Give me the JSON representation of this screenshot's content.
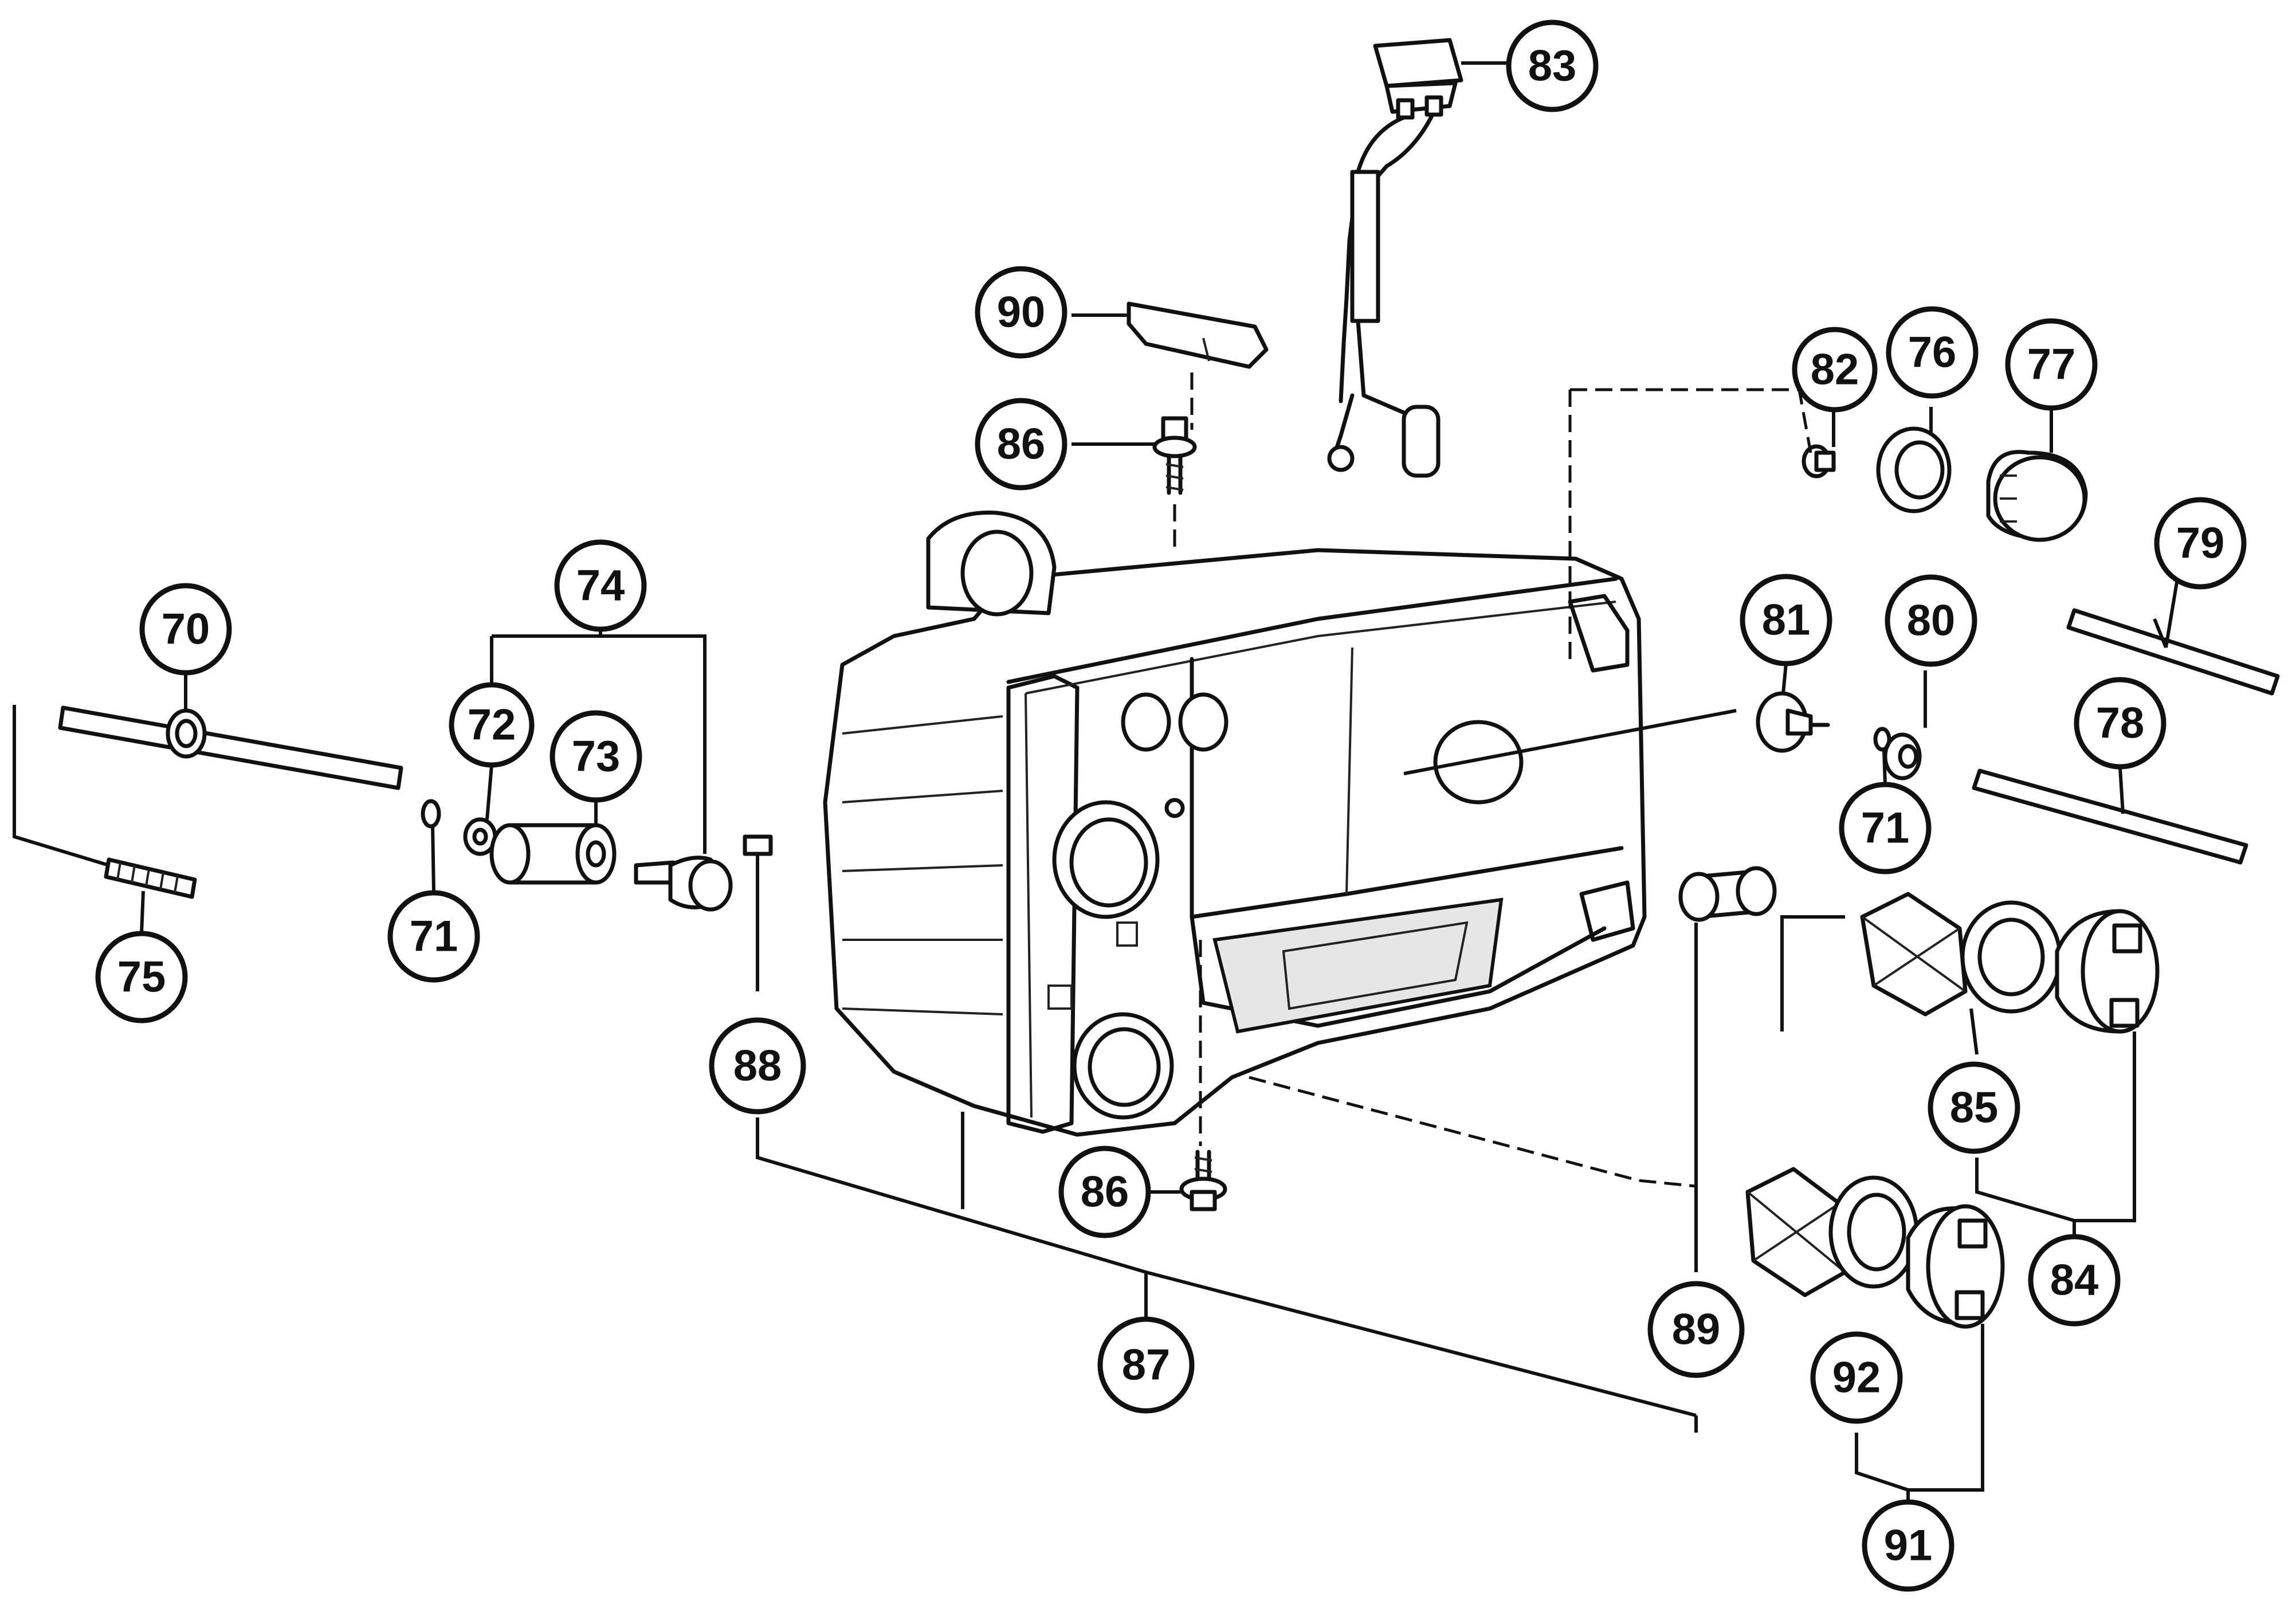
{
  "diagram": {
    "callouts": [
      {
        "id": "c70",
        "label": "70"
      },
      {
        "id": "c71a",
        "label": "71"
      },
      {
        "id": "c72",
        "label": "72"
      },
      {
        "id": "c73",
        "label": "73"
      },
      {
        "id": "c74",
        "label": "74"
      },
      {
        "id": "c75",
        "label": "75"
      },
      {
        "id": "c76",
        "label": "76"
      },
      {
        "id": "c77",
        "label": "77"
      },
      {
        "id": "c78",
        "label": "78"
      },
      {
        "id": "c79",
        "label": "79"
      },
      {
        "id": "c80",
        "label": "80"
      },
      {
        "id": "c71b",
        "label": "71"
      },
      {
        "id": "c81",
        "label": "81"
      },
      {
        "id": "c82",
        "label": "82"
      },
      {
        "id": "c83",
        "label": "83"
      },
      {
        "id": "c84",
        "label": "84"
      },
      {
        "id": "c85",
        "label": "85"
      },
      {
        "id": "c86a",
        "label": "86"
      },
      {
        "id": "c86b",
        "label": "86"
      },
      {
        "id": "c87",
        "label": "87"
      },
      {
        "id": "c88",
        "label": "88"
      },
      {
        "id": "c89",
        "label": "89"
      },
      {
        "id": "c90",
        "label": "90"
      },
      {
        "id": "c91",
        "label": "91"
      },
      {
        "id": "c92",
        "label": "92"
      }
    ]
  }
}
